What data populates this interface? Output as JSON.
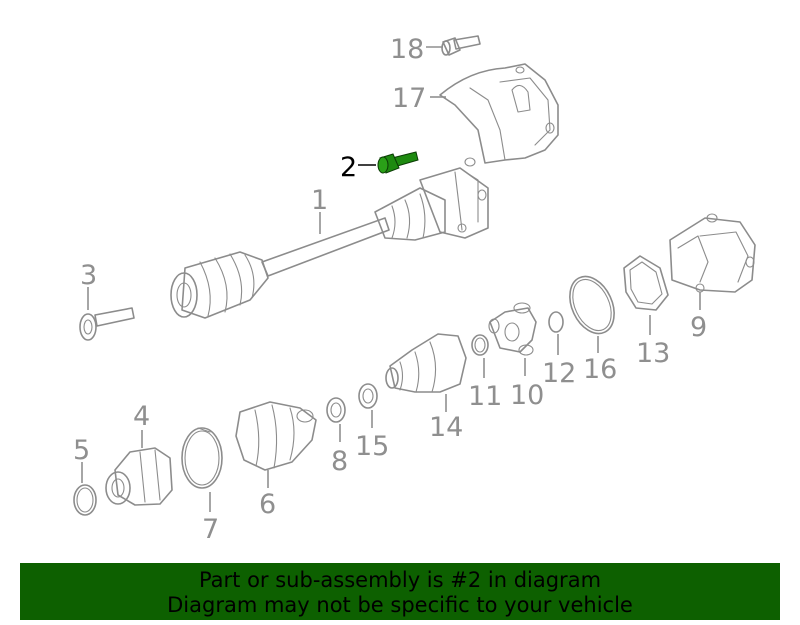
{
  "diagram": {
    "highlight_color": "#1e8a10",
    "line_color": "#8c8c8c",
    "callouts": [
      "1",
      "2",
      "3",
      "4",
      "5",
      "6",
      "7",
      "8",
      "9",
      "10",
      "11",
      "12",
      "13",
      "14",
      "15",
      "16",
      "17",
      "18"
    ],
    "highlighted_callout": "2"
  },
  "banner": {
    "line1": "Part or sub-assembly is #2 in diagram",
    "line2": "Diagram may not be specific to your vehicle",
    "background": "#0d6000"
  }
}
